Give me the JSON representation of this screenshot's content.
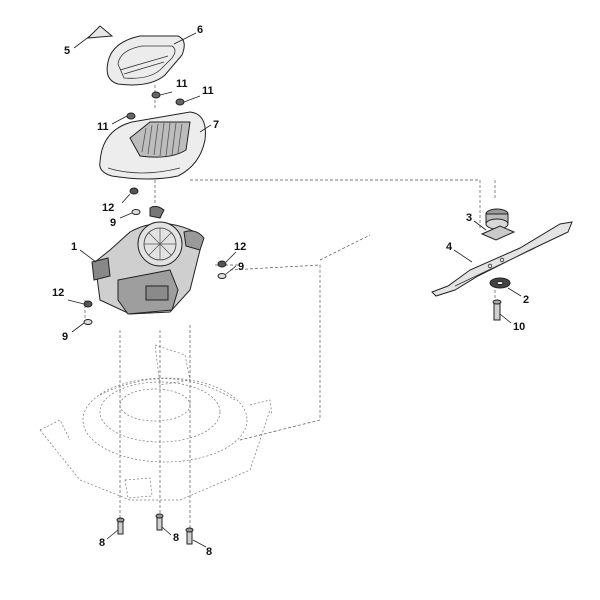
{
  "diagram": {
    "callouts": [
      {
        "id": "c5",
        "text": "5"
      },
      {
        "id": "c6",
        "text": "6"
      },
      {
        "id": "c11a",
        "text": "11"
      },
      {
        "id": "c11b",
        "text": "11"
      },
      {
        "id": "c11c",
        "text": "11"
      },
      {
        "id": "c7",
        "text": "7"
      },
      {
        "id": "c12a",
        "text": "12"
      },
      {
        "id": "c9a",
        "text": "9"
      },
      {
        "id": "c1",
        "text": "1"
      },
      {
        "id": "c12b",
        "text": "12"
      },
      {
        "id": "c9b",
        "text": "9"
      },
      {
        "id": "c12c",
        "text": "12"
      },
      {
        "id": "c9c",
        "text": "9"
      },
      {
        "id": "c3",
        "text": "3"
      },
      {
        "id": "c4",
        "text": "4"
      },
      {
        "id": "c2",
        "text": "2"
      },
      {
        "id": "c10",
        "text": "10"
      },
      {
        "id": "c8a",
        "text": "8"
      },
      {
        "id": "c8b",
        "text": "8"
      },
      {
        "id": "c8c",
        "text": "8"
      }
    ]
  }
}
